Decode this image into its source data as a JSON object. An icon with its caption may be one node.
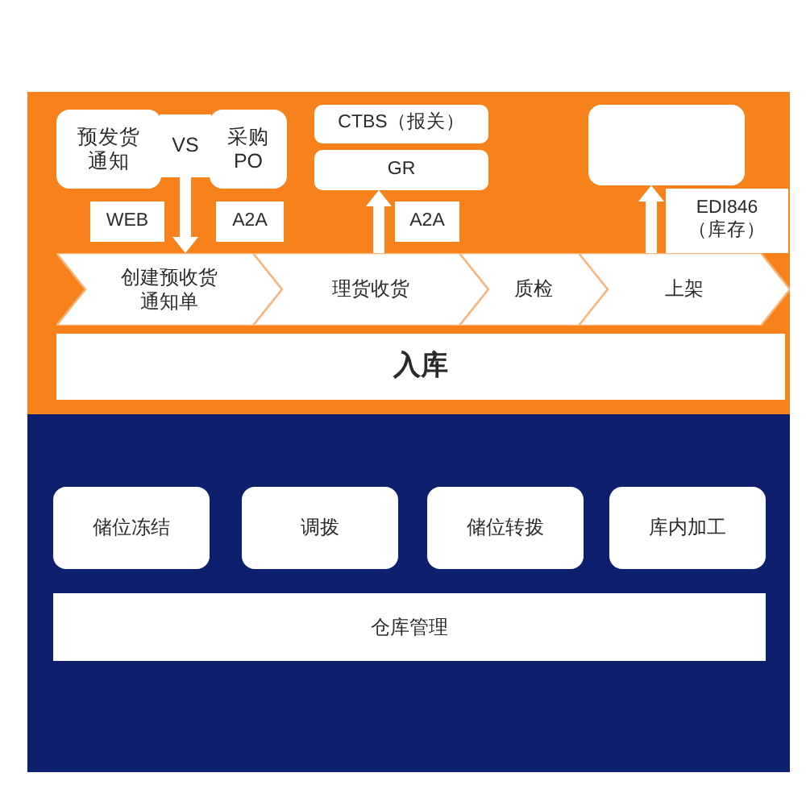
{
  "diagram": {
    "nodes": [
      {
        "text": [
          "预发货通知"
        ]
      },
      {
        "text": [
          "VS"
        ]
      },
      {
        "text": [
          "采购PO"
        ]
      },
      {
        "text": [
          "WEB"
        ]
      },
      {
        "text": [
          "A2A"
        ]
      },
      {
        "text": [
          "CTBS（报关）"
        ]
      },
      {
        "text": [
          "GR"
        ]
      },
      {
        "text": [
          "A2A"
        ]
      },
      {
        "text": [],
        "shape": "box"
      },
      {
        "text": [
          "EDI846（库存）"
        ]
      },
      {
        "text": [
          "创建预收货通知单"
        ]
      },
      {
        "text": [
          "理货收货"
        ]
      },
      {
        "text": [
          "质检"
        ]
      },
      {
        "text": [
          "上架"
        ]
      },
      {
        "text": [
          "入库"
        ]
      },
      {
        "text": [
          "储位冻结"
        ]
      },
      {
        "text": [
          "调拨"
        ]
      },
      {
        "text": [
          "储位转拨"
        ]
      },
      {
        "text": [
          "库内加工"
        ]
      },
      {
        "text": [
          "仓库管理"
        ]
      }
    ],
    "edges": [
      {
        "from": 1,
        "to": 10,
        "arrow": "to"
      },
      {
        "from": 11,
        "to": 6,
        "arrow": "to"
      },
      {
        "from": 13,
        "to": 8,
        "arrow": "to"
      }
    ]
  }
}
